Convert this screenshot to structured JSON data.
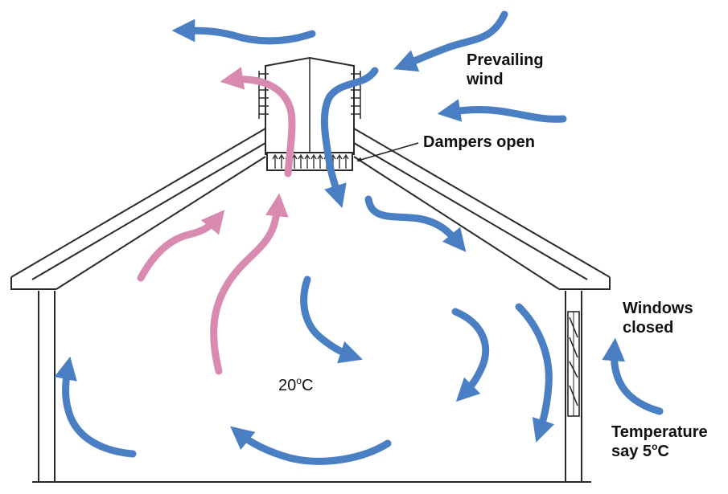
{
  "labels": {
    "prevailing_wind_line1": "Prevailing",
    "prevailing_wind_line2": "wind",
    "dampers_open": "Dampers open",
    "windows_closed_line1": "Windows",
    "windows_closed_line2": "closed",
    "temperature_line1": "Temperature",
    "temperature_line2_prefix": "say 5",
    "temperature_line2_degree": "o",
    "temperature_line2_unit": "C",
    "inside_temp_value": "20",
    "inside_temp_degree": "o",
    "inside_temp_unit": "C"
  },
  "colors": {
    "cold_air_arrow": "#4a7fc4",
    "warm_air_arrow": "#d98ab0",
    "building_outline": "#2a2a2a",
    "text": "#111111"
  },
  "icons": {
    "cold_air": "arrow",
    "warm_air": "arrow",
    "ventilator": "roof-ventilator-icon",
    "damper": "damper-icon",
    "window": "window-icon"
  }
}
